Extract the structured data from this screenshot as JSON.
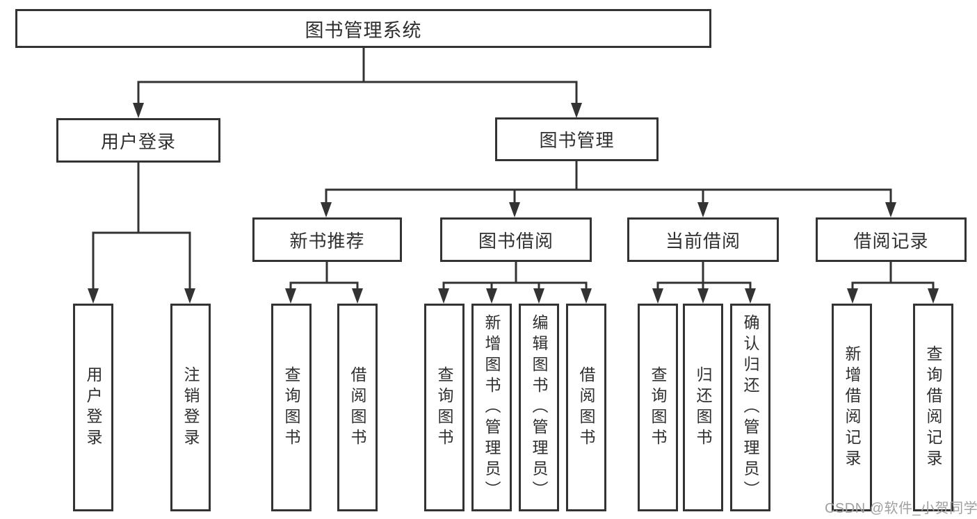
{
  "diagram": {
    "root": {
      "label": "图书管理系统"
    },
    "branches": [
      {
        "label": "用户登录",
        "children": [
          {
            "label": "用户登录"
          },
          {
            "label": "注销登录"
          }
        ]
      },
      {
        "label": "图书管理",
        "children": [
          {
            "label": "新书推荐",
            "children": [
              {
                "label": "查询图书"
              },
              {
                "label": "借阅图书"
              }
            ]
          },
          {
            "label": "图书借阅",
            "children": [
              {
                "label": "查询图书"
              },
              {
                "label": "新增图书（管理员）"
              },
              {
                "label": "编辑图书（管理员）"
              },
              {
                "label": "借阅图书"
              }
            ]
          },
          {
            "label": "当前借阅",
            "children": [
              {
                "label": "查询图书"
              },
              {
                "label": "归还图书"
              },
              {
                "label": "确认归还（管理员）"
              }
            ]
          },
          {
            "label": "借阅记录",
            "children": [
              {
                "label": "新增借阅记录"
              },
              {
                "label": "查询借阅记录"
              }
            ]
          }
        ]
      }
    ]
  },
  "watermark": {
    "text": "CSDN @软件_小贺同学"
  },
  "colors": {
    "line": "#333333",
    "box_border": "#333333",
    "text": "#2f2f2f",
    "watermark": "#a0a0a0",
    "background": "#ffffff"
  }
}
